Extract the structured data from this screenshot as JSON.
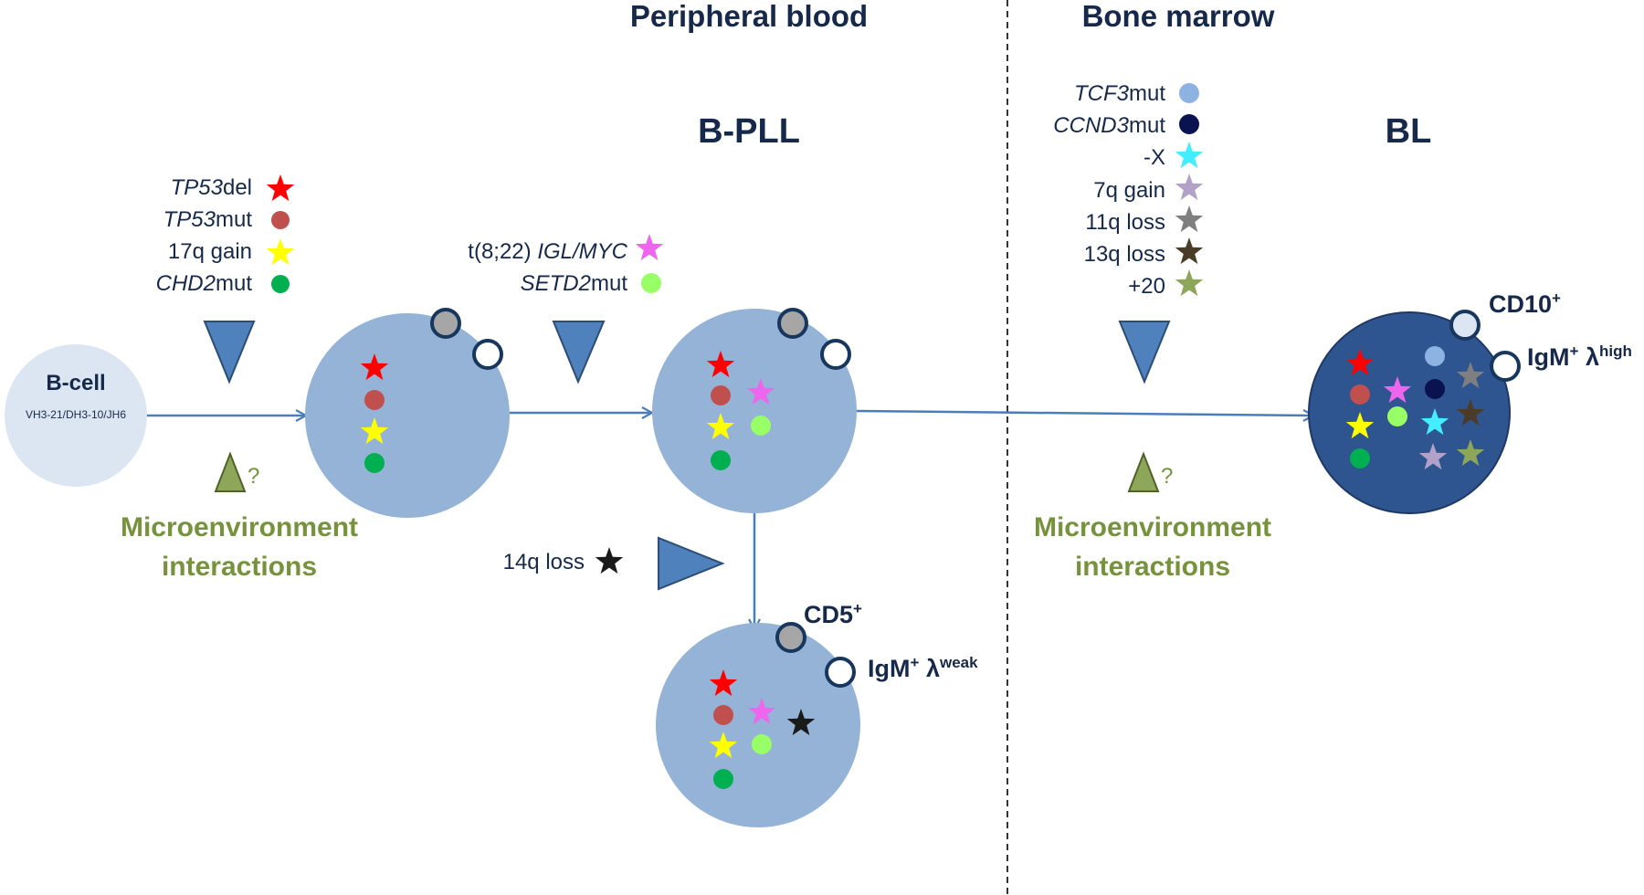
{
  "headers": {
    "peripheral_blood": "Peripheral blood",
    "bone_marrow": "Bone marrow",
    "bpll": "B-PLL",
    "bl": "BL"
  },
  "bcell": {
    "title": "B-cell",
    "genes": "VH3-21/DH3-10/JH6"
  },
  "legend_1": {
    "tp53del_gene": "TP53",
    "tp53del_suffix": "del",
    "tp53mut_gene": "TP53",
    "tp53mut_suffix": "mut",
    "gain17q": "17q gain",
    "chd2_gene": "CHD2",
    "chd2_suffix": "mut"
  },
  "legend_2": {
    "t822_prefix": "t(8;22) ",
    "t822_gene": "IGL/MYC",
    "setd2_gene": "SETD2",
    "setd2_suffix": "mut"
  },
  "legend_3": {
    "tcf3_gene": "TCF3",
    "tcf3_suffix": "mut",
    "ccnd3_gene": "CCND3",
    "ccnd3_suffix": "mut",
    "minusx": "-X",
    "gain7q": "7q gain",
    "loss11q": "11q loss",
    "loss13q": "13q loss",
    "plus20": "+20"
  },
  "loss14q": "14q loss",
  "microenv": {
    "line1": "Microenvironment",
    "line2": "interactions",
    "question": "?"
  },
  "markers": {
    "cd5_base": "CD5",
    "cd5_sup": "+",
    "igm_weak_base": "IgM",
    "igm_weak_sup": "+",
    "lambda": " λ",
    "weak_sup": "weak",
    "cd10_base": "CD10",
    "cd10_sup": "+",
    "igm_high_base": "IgM",
    "igm_high_sup": "+",
    "high_sup": "high"
  },
  "colors": {
    "tp53del": "#ff0000",
    "tp53mut": "#c0504d",
    "gain17q": "#ffff00",
    "chd2mut": "#00b050",
    "igl_myc": "#ee66ee",
    "setd2mut": "#99ff66",
    "tcf3mut": "#8db3e2",
    "ccnd3mut": "#0a1250",
    "minusx": "#44eeff",
    "gain7q": "#b3a2c7",
    "loss11q": "#7f7f7f",
    "loss13q": "#4a3c28",
    "plus20": "#8ea65a",
    "loss14q": "#1a1a1a",
    "cell_light": "#95b3d7",
    "cell_bcell": "#dce6f2",
    "cell_dark": "#2f5590",
    "triangle": "#4f81bd",
    "microenv_green": "#76923c",
    "header_text": "#17294a",
    "arrow": "#4a7ebb"
  }
}
